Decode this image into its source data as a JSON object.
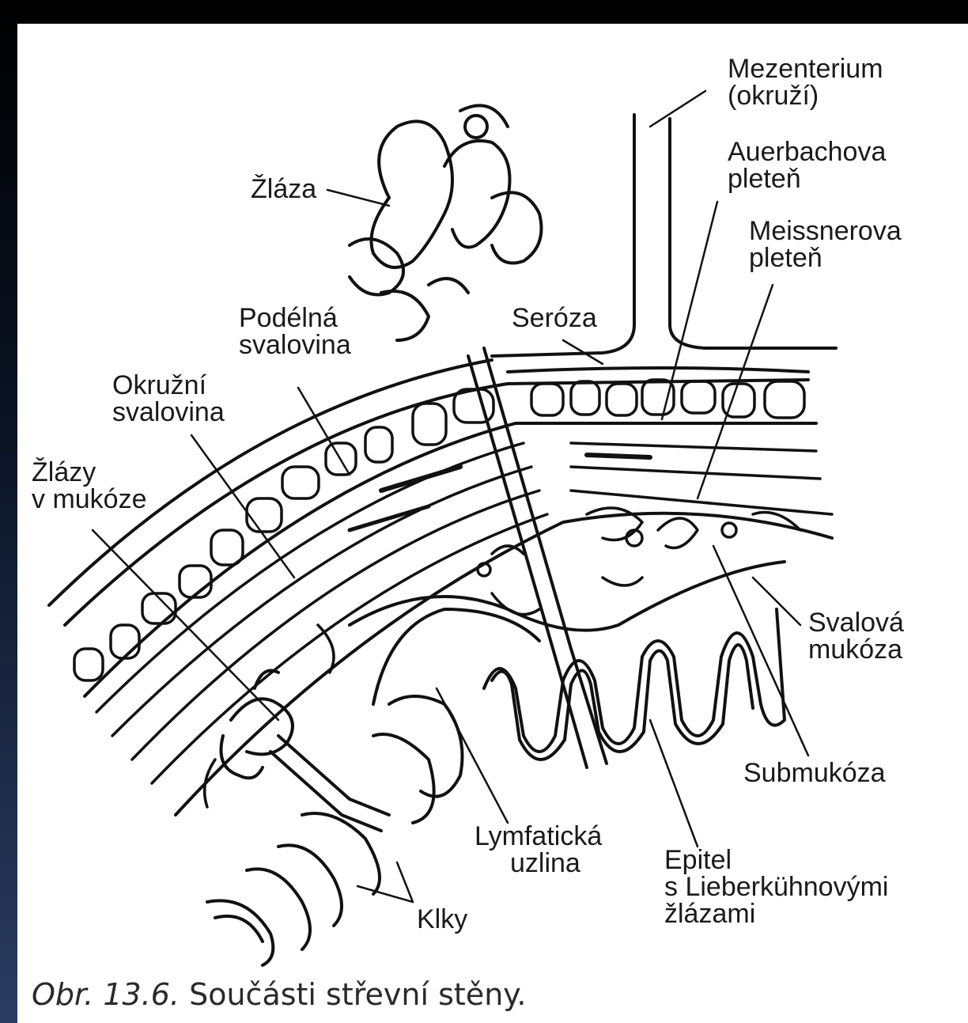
{
  "labels": {
    "mezenterium": [
      "Mezenterium",
      "(okruží)"
    ],
    "auerbachova": [
      "Auerbachova",
      "pleteň"
    ],
    "meissnerova": [
      "Meissnerova",
      "pleteň"
    ],
    "zlaza": "Žláza",
    "seroza": "Seróza",
    "podelna": [
      "Podélná",
      "svalovina"
    ],
    "okruzni": [
      "Okružní",
      "svalovina"
    ],
    "zlazy": [
      "Žlázy",
      "v mukóze"
    ],
    "svalova": [
      "Svalová",
      "mukóza"
    ],
    "submukoza": "Submukóza",
    "lymfaticka": [
      "Lymfatická",
      "uzlina"
    ],
    "epitel": [
      "Epitel",
      "s Lieberkühnovými",
      "žlázami"
    ],
    "klky": "Klky"
  },
  "caption": {
    "number": "Obr. 13.6.",
    "text": " Součásti střevní stěny."
  },
  "colors": {
    "ink": "#111111",
    "frame": "#1e2a44",
    "paper": "#ffffff"
  }
}
